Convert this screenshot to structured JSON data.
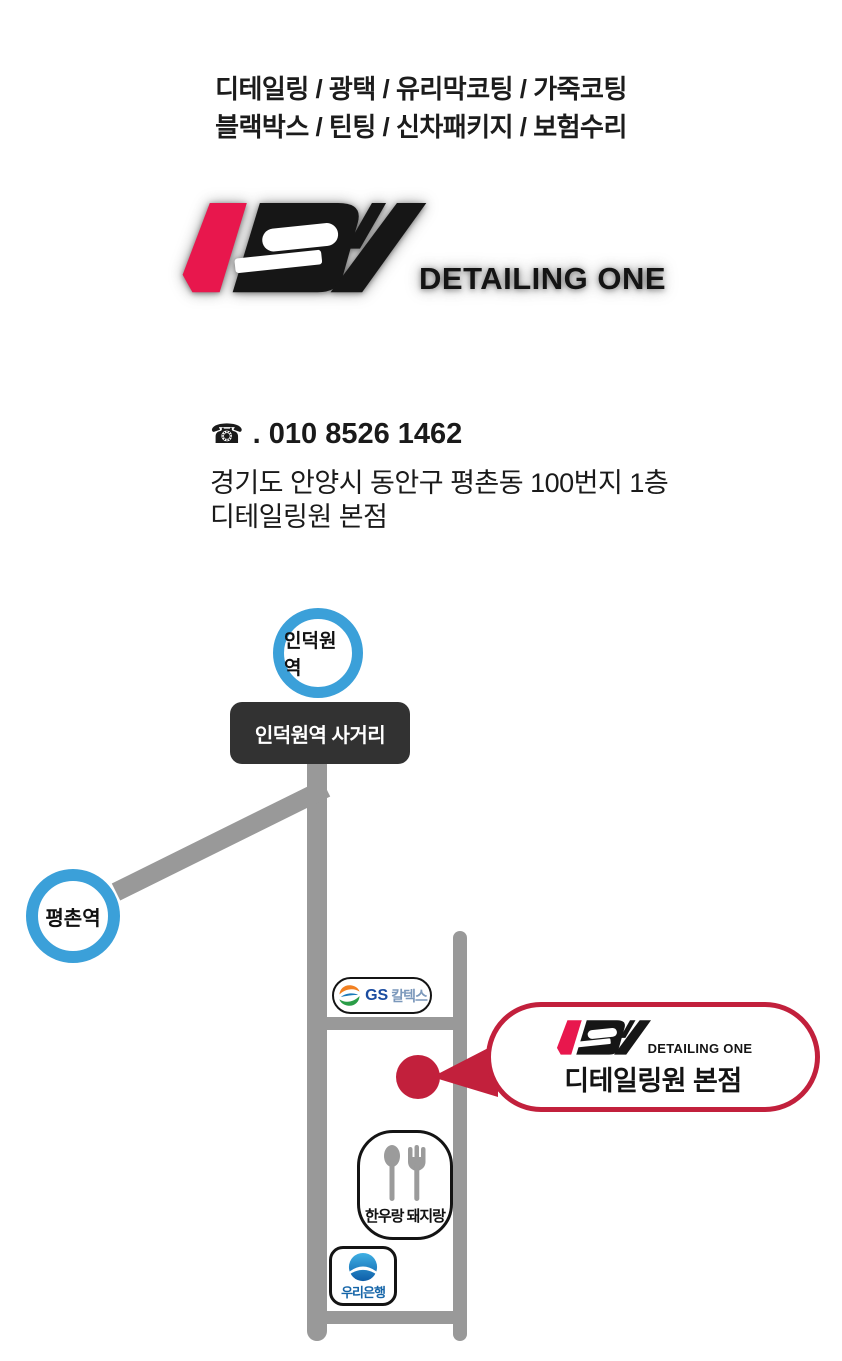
{
  "colors": {
    "logo_red": "#e8174d",
    "ink": "#1a1a1a",
    "road_gray": "#999999",
    "station_blue": "#3ba0d9",
    "sign_bg": "#323232",
    "crimson": "#c2203c",
    "gs_blue": "#1a4ca0",
    "gs_caltex_blue": "#7b98bb",
    "woori_blue": "#1565a8"
  },
  "header": {
    "services_line1": "디테일링 / 광택 / 유리막코팅 / 가죽코팅",
    "services_line2": "블랙박스 / 틴팅 / 신차패키지 / 보험수리"
  },
  "logo": {
    "brand": "DETAILING ONE"
  },
  "contact": {
    "phone_icon": "☎",
    "phone_number": ". 010 8526 1462",
    "address_line1": "경기도 안양시 동안구 평촌동 100번지 1층",
    "address_line2": "디테일링원 본점"
  },
  "map": {
    "station_top": {
      "label": "인덕원역"
    },
    "station_left": {
      "label": "평촌역"
    },
    "intersection_sign": {
      "label": "인덕원역 사거리"
    },
    "gas_station": {
      "brand": "GS",
      "name": "칼텍스"
    },
    "restaurant": {
      "label": "한우랑 돼지랑"
    },
    "bank": {
      "label": "우리은행"
    },
    "destination_bubble": {
      "brand": "DETAILING ONE",
      "label": "디테일링원 본점"
    }
  }
}
